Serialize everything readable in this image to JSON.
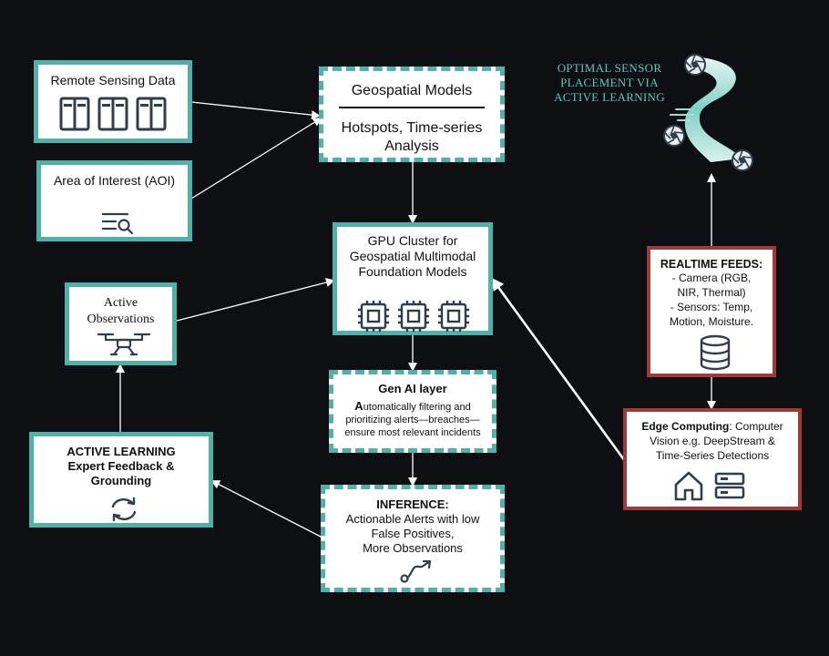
{
  "remote_sensing": {
    "title": "Remote Sensing Data"
  },
  "aoi": {
    "title": "Area of Interest (AOI)"
  },
  "geospatial": {
    "title": "Geospatial Models",
    "subtitle": "Hotspots, Time-series Analysis"
  },
  "gpu_cluster": {
    "title": "GPU Cluster for Geospatial Multimodal Foundation Models"
  },
  "active_obs": {
    "title_line1": "Active",
    "title_line2": "Observations"
  },
  "gen_ai": {
    "title": "Gen AI layer",
    "first_letter": "A",
    "line1_rest": "utomatically filtering and",
    "line2": "prioritizing alerts—breaches—",
    "line3": "ensure most relevant incidents"
  },
  "active_learning": {
    "title_line1": "ACTIVE LEARNING",
    "title_line2": "Expert Feedback &",
    "title_line3": "Grounding"
  },
  "inference": {
    "title": "INFERENCE:",
    "line1": "Actionable Alerts with low",
    "line2": "False Positives,",
    "line3": "More Observations"
  },
  "realtime": {
    "title": "REALTIME FEEDS:",
    "line1": "- Camera (RGB,",
    "line2": "NIR, Thermal)",
    "line3": "- Sensors: Temp,",
    "line4": "Motion, Moisture."
  },
  "edge": {
    "title_bold": "Edge Computing",
    "title_rest": ": Computer",
    "line2": "Vision e.g. DeepStream &",
    "line3": "Time-Series Detections"
  },
  "sensor_placement": {
    "line1": "OPTIMAL SENSOR",
    "line2": "PLACEMENT VIA",
    "line3": "ACTIVE LEARNING"
  },
  "colors": {
    "teal": "#4fb1a9",
    "red": "#9e3a38",
    "icon": "#2f3d4d",
    "background": "#0d0f13"
  },
  "icons": [
    "server-rack-icon",
    "search-list-icon",
    "cpu-chip-icon",
    "drone-icon",
    "refresh-icon",
    "route-icon",
    "database-icon",
    "home-icon",
    "server-icon",
    "camera-shutter-icon",
    "river-path-icon"
  ]
}
